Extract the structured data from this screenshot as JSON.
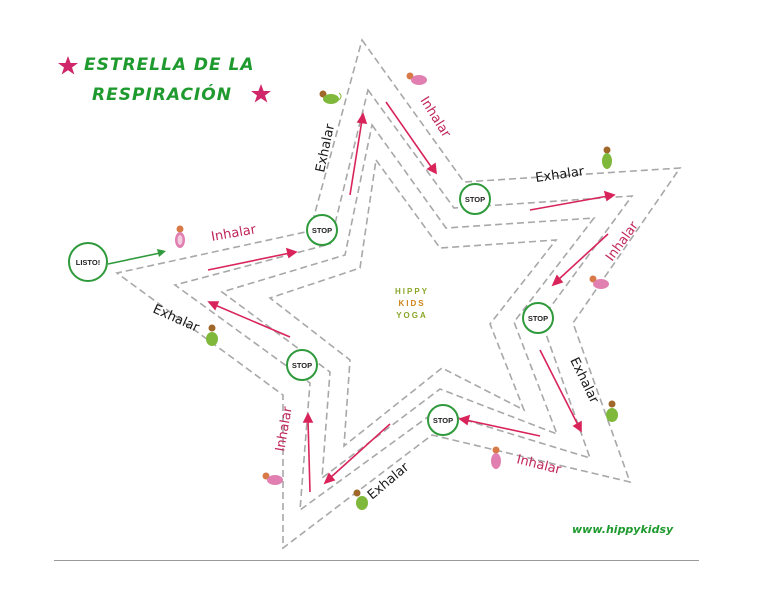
{
  "title": {
    "line1": "ESTRELLA DE LA",
    "line2": "RESPIRACIÓN"
  },
  "start_label": "LISTO!",
  "stop_label": "STOP",
  "inhale_label": "Inhalar",
  "exhale_label": "Exhalar",
  "logo": {
    "line1": "HIPPY",
    "line2": "KIDS",
    "line3": "YOGA"
  },
  "website": "www.hippykidsy",
  "colors": {
    "title_green": "#1f9a2e",
    "star_magenta": "#d0266a",
    "path_gray": "#a8a8a8",
    "arrow_red": "#d8245a",
    "label_pink": "#c0265a",
    "label_dark": "#1a1a1a",
    "stop_border": "#2f9a3c",
    "logo_green": "#8aa62a",
    "logo_orange": "#d0831b"
  },
  "icons": [
    "star-icon",
    "inhale-figure-icon",
    "exhale-figure-icon",
    "arrow-icon"
  ]
}
